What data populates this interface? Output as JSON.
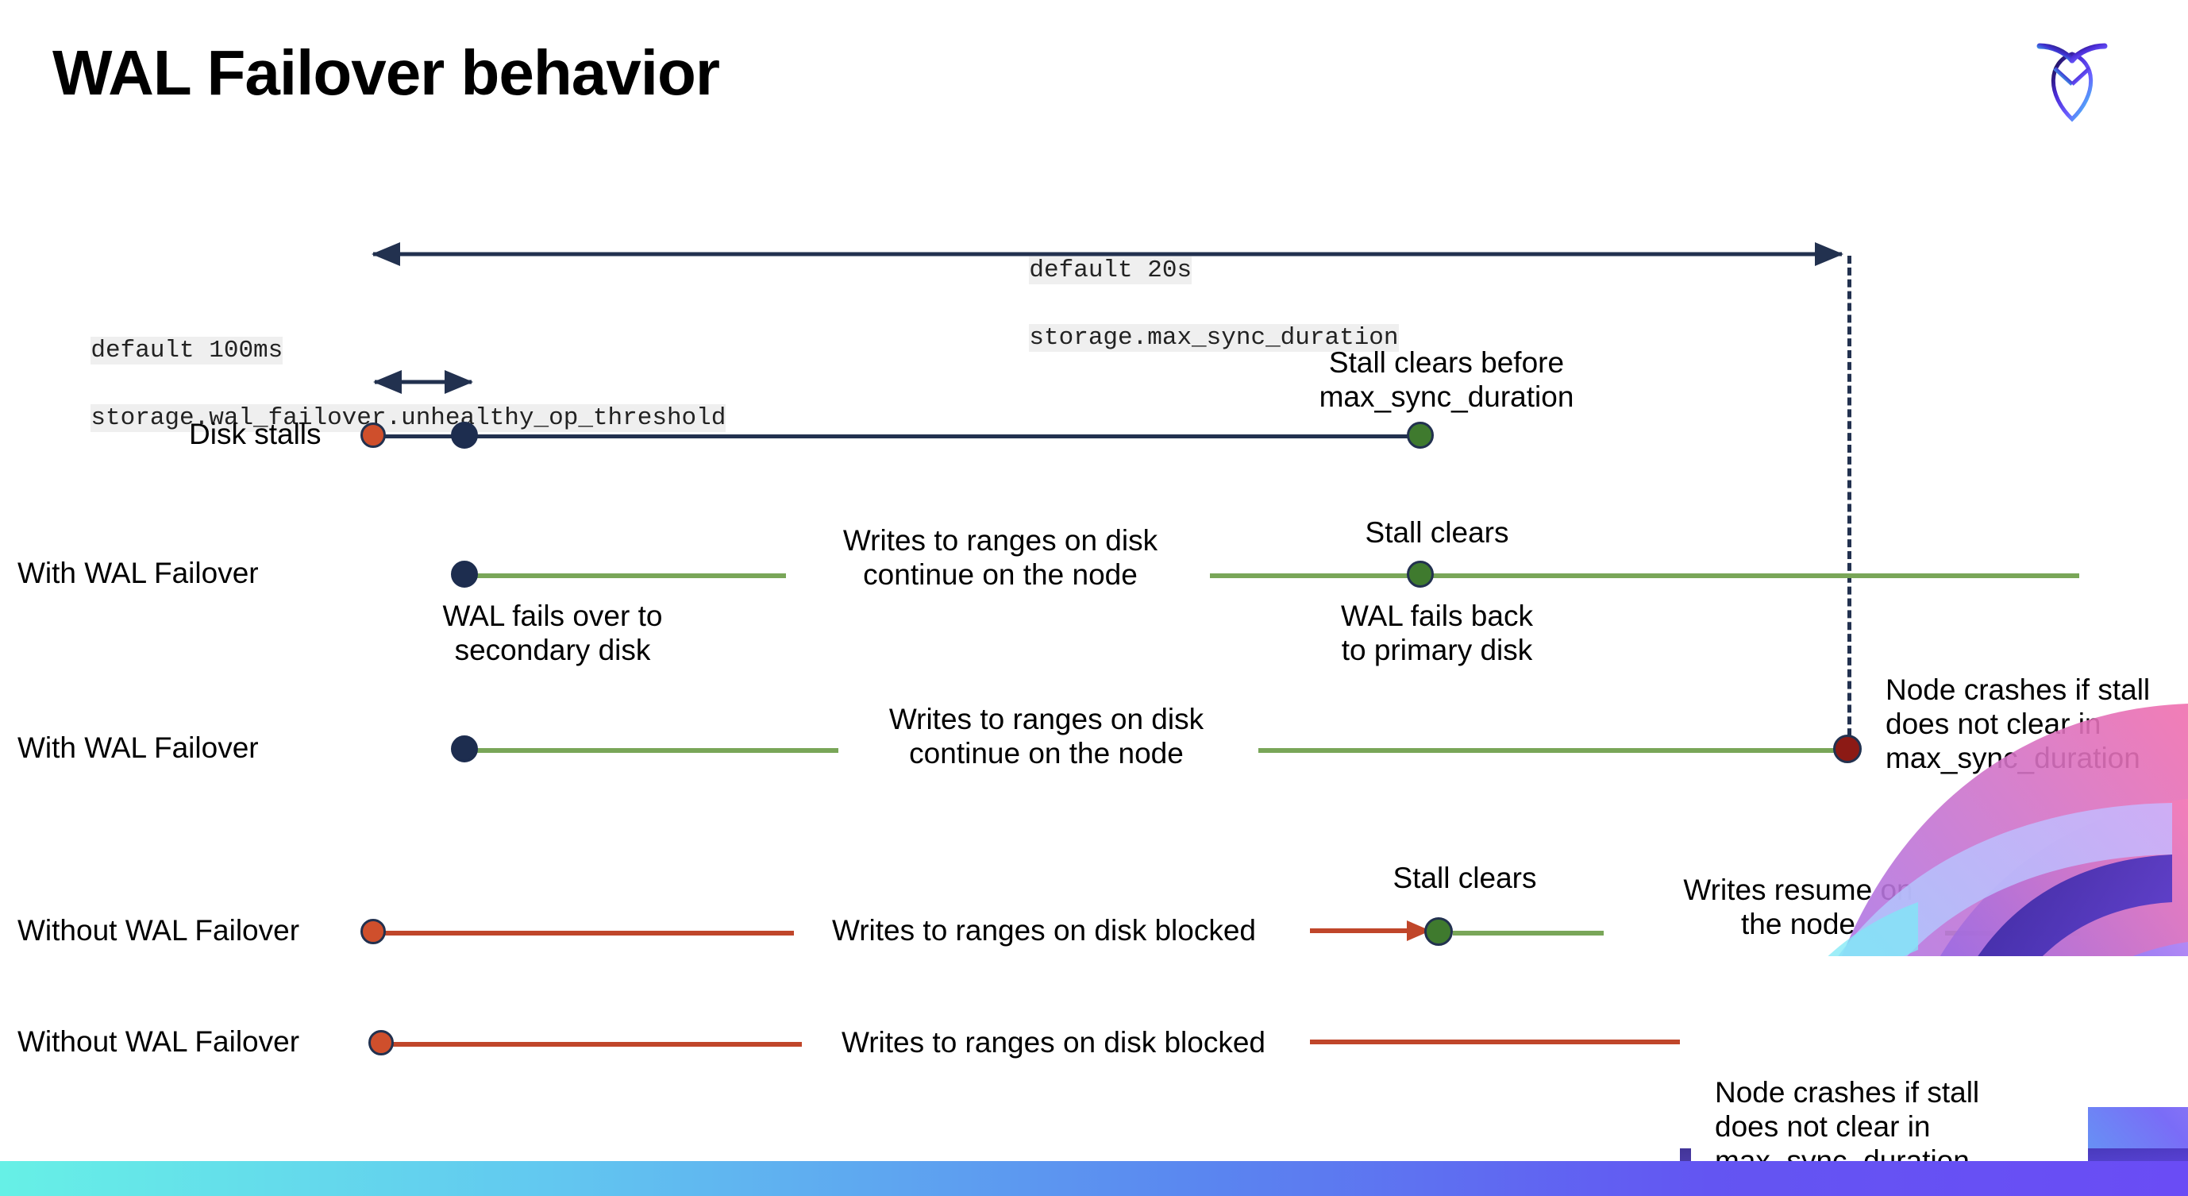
{
  "slide": {
    "title": "WAL Failover behavior",
    "logo_icon": "cockroach-labs-logo"
  },
  "annotations": {
    "max_sync": {
      "default": "default 20s",
      "setting": "storage.max_sync_duration"
    },
    "unhealthy": {
      "default": "default 100ms",
      "setting": "storage.wal_failover.unhealthy_op_threshold"
    }
  },
  "rows": [
    {
      "id": "disk-stalls",
      "label": "Disk stalls",
      "notes": [
        "Stall clears before\nmax_sync_duration"
      ]
    },
    {
      "id": "with-wal-failover-clears",
      "label": "With WAL Failover",
      "notes": [
        "Writes to ranges on disk\ncontinue on the node",
        "Stall clears",
        "WAL fails  back\nto primary disk",
        "WAL fails over to\nsecondary disk"
      ]
    },
    {
      "id": "with-wal-failover-crash",
      "label": "With WAL Failover",
      "notes": [
        "Writes to ranges on disk\ncontinue on the node",
        "Node crashes if stall\ndoes not clear in\nmax_sync_duration"
      ]
    },
    {
      "id": "without-wal-failover-clears",
      "label": "Without WAL Failover",
      "notes": [
        "Writes to ranges on disk  blocked",
        "Stall clears",
        "Writes resume on\nthe node"
      ]
    },
    {
      "id": "without-wal-failover-crash",
      "label": "Without WAL Failover",
      "notes": [
        "Writes to ranges on disk  blocked",
        "Node crashes if stall\ndoes not clear in\nmax_sync_duration"
      ]
    }
  ],
  "colors": {
    "navy": "#22314f",
    "green_line": "#79a658",
    "red_line": "#c0462a",
    "dot_orange": "#cf4f2c",
    "dot_navy": "#1d2d4f",
    "dot_green": "#3f7a2e",
    "dot_darkred": "#8c1a15",
    "code_bg": "#efefef"
  }
}
